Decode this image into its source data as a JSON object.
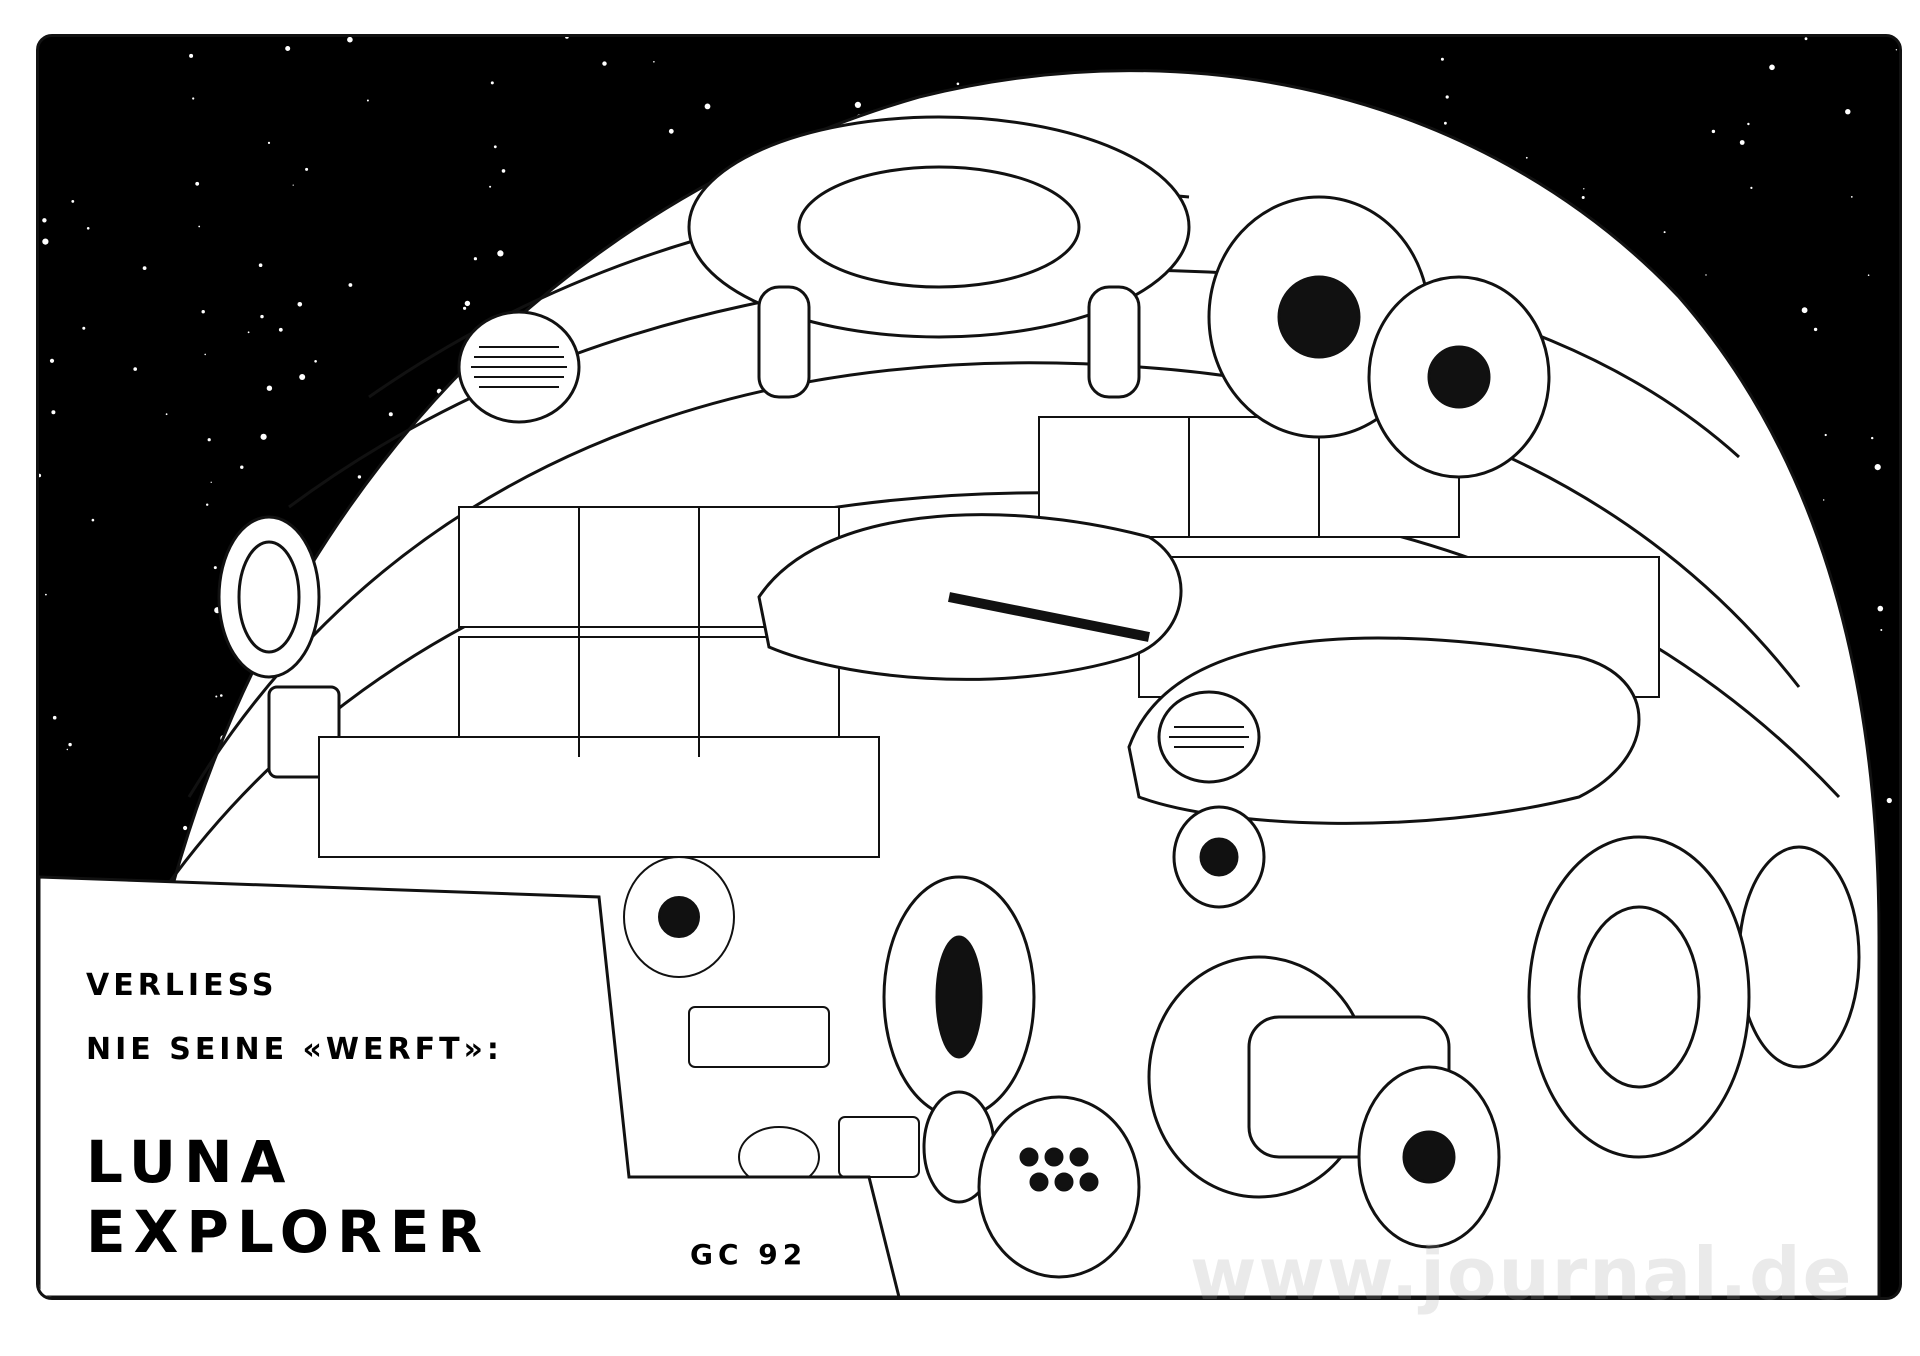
{
  "caption": {
    "line1": "VERLIESS",
    "line2": "NIE SEINE «WERFT»:",
    "title_line1": "LUNA",
    "title_line2": "EXPLORER",
    "code": "GC 92"
  },
  "watermark": {
    "text": "www.journal.de"
  },
  "colors": {
    "space": "#000000",
    "ink": "#111111",
    "paper": "#ffffff"
  }
}
